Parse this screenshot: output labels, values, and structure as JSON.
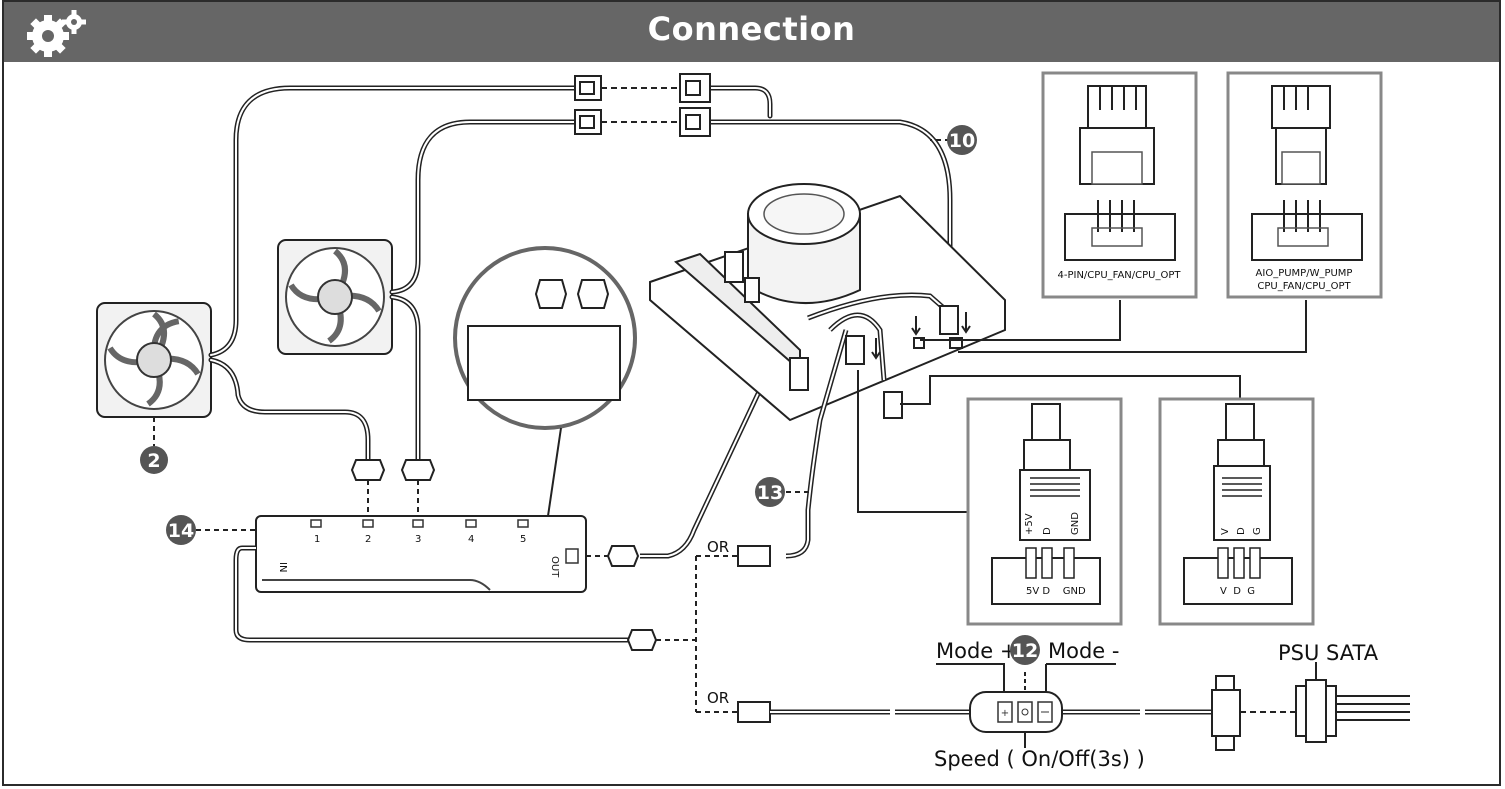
{
  "header": {
    "title": "Connection",
    "icon": "gear-icon",
    "background": "#666666"
  },
  "callouts": {
    "fan": "2",
    "cable": "10",
    "controller": "12",
    "extension": "13",
    "hub": "14"
  },
  "headers": {
    "fan_header_label": "4-PIN/CPU_FAN/CPU_OPT",
    "pump_header_label_line1": "AIO_PUMP/W_PUMP",
    "pump_header_label_line2": "CPU_FAN/CPU_OPT"
  },
  "argb": {
    "plug1_pins": [
      "+5V",
      "D",
      "GND"
    ],
    "header1_pins": "5V D    GND",
    "plug2_pins": [
      "V",
      "D",
      "G"
    ],
    "header2_pins": "V  D  G"
  },
  "hub": {
    "in_label": "IN",
    "out_label": "OUT",
    "ports": [
      "1",
      "2",
      "3",
      "4",
      "5"
    ]
  },
  "controller": {
    "mode_plus": "Mode +",
    "mode_minus": "Mode -",
    "speed": "Speed ( On/Off(3s) )",
    "psu": "PSU SATA",
    "or_label": "OR"
  }
}
